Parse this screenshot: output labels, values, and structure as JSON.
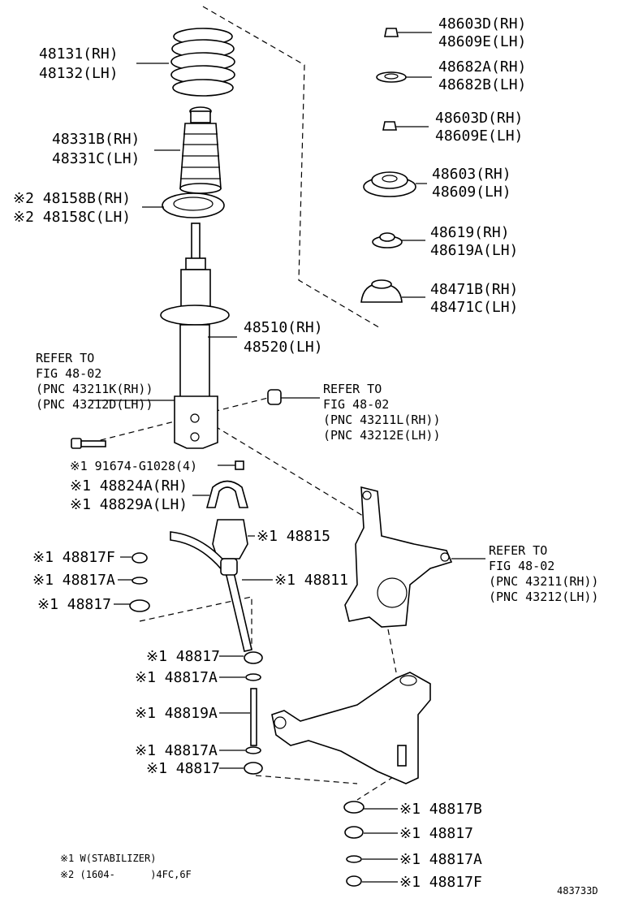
{
  "labels": {
    "coil_spring": [
      "48131(RH)",
      "48132(LH)"
    ],
    "bound_stopper": [
      "48331B(RH)",
      "48331C(LH)"
    ],
    "spring_insulator": [
      "※2 48158B(RH)",
      "※2 48158C(LH)"
    ],
    "shock_absorber": [
      "48510(RH)",
      "48520(LH)"
    ],
    "nut_upper": [
      "48603D(RH)",
      "48609E(LH)"
    ],
    "bearing": [
      "48682A(RH)",
      "48682B(LH)"
    ],
    "nut_lower": [
      "48603D(RH)",
      "48609E(LH)"
    ],
    "mount": [
      "48603(RH)",
      "48609(LH)"
    ],
    "spacer": [
      "48619(RH)",
      "48619A(LH)"
    ],
    "support": [
      "48471B(RH)",
      "48471C(LH)"
    ],
    "refer_bolt": [
      "REFER TO",
      "FIG 48-02",
      "(PNC 43211K(RH))",
      "(PNC 43212D(LH))"
    ],
    "refer_nut": [
      "REFER TO",
      "FIG 48-02",
      "(PNC 43211L(RH))",
      "(PNC 43212E(LH))"
    ],
    "refer_knuckle": [
      "REFER TO",
      "FIG 48-02",
      "(PNC 43211(RH))",
      "(PNC 43212(LH))"
    ],
    "bolt_91674": "※1 91674-G1028(4)",
    "bracket": [
      "※1 48824A(RH)",
      "※1 48829A(LH)"
    ],
    "bushing_48815": "※1 48815",
    "stabilizer_bar": "※1 48811",
    "left_48817F": "※1 48817F",
    "left_48817A": "※1 48817A",
    "left_48817": "※1 48817",
    "link_48817_top": "※1 48817",
    "link_48817A_top": "※1 48817A",
    "link_48819A": "※1 48819A",
    "link_48817A_bottom": "※1 48817A",
    "link_48817_bottom": "※1 48817",
    "arm_48817B": "※1 48817B",
    "arm_48817": "※1 48817",
    "arm_48817A": "※1 48817A",
    "arm_48817F": "※1 48817F"
  },
  "notes": [
    "※1 W(STABILIZER)",
    "※2 (1604-      )4FC,6F"
  ],
  "figure_id": "483733D"
}
